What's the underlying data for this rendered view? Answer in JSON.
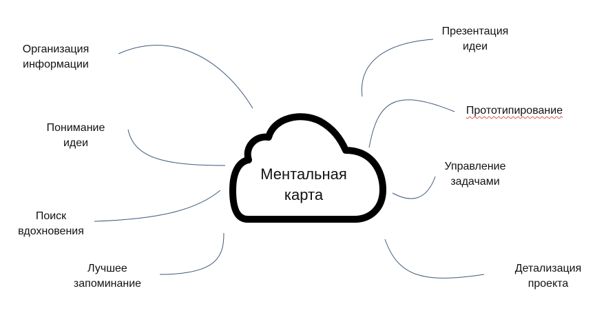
{
  "center": {
    "line1": "Ментальная",
    "line2": "карта",
    "icon": "cloud-icon"
  },
  "branches": {
    "organization": {
      "line1": "Организация",
      "line2": "информации"
    },
    "understanding": {
      "line1": "Понимание",
      "line2": "идеи"
    },
    "inspiration": {
      "line1": "Поиск",
      "line2": "вдохновения"
    },
    "memory": {
      "line1": "Лучшее",
      "line2": "запоминание"
    },
    "presentation": {
      "line1": "Презентация",
      "line2": "идеи"
    },
    "prototyping": {
      "line1": "Прототипирование"
    },
    "tasks": {
      "line1": "Управление",
      "line2": "задачами"
    },
    "details": {
      "line1": "Детализация",
      "line2": "проекта"
    }
  },
  "colors": {
    "connector": "#3f5a78",
    "cloud_stroke": "#000000",
    "text": "#111111",
    "spellcheck_underline": "#d9534f"
  }
}
